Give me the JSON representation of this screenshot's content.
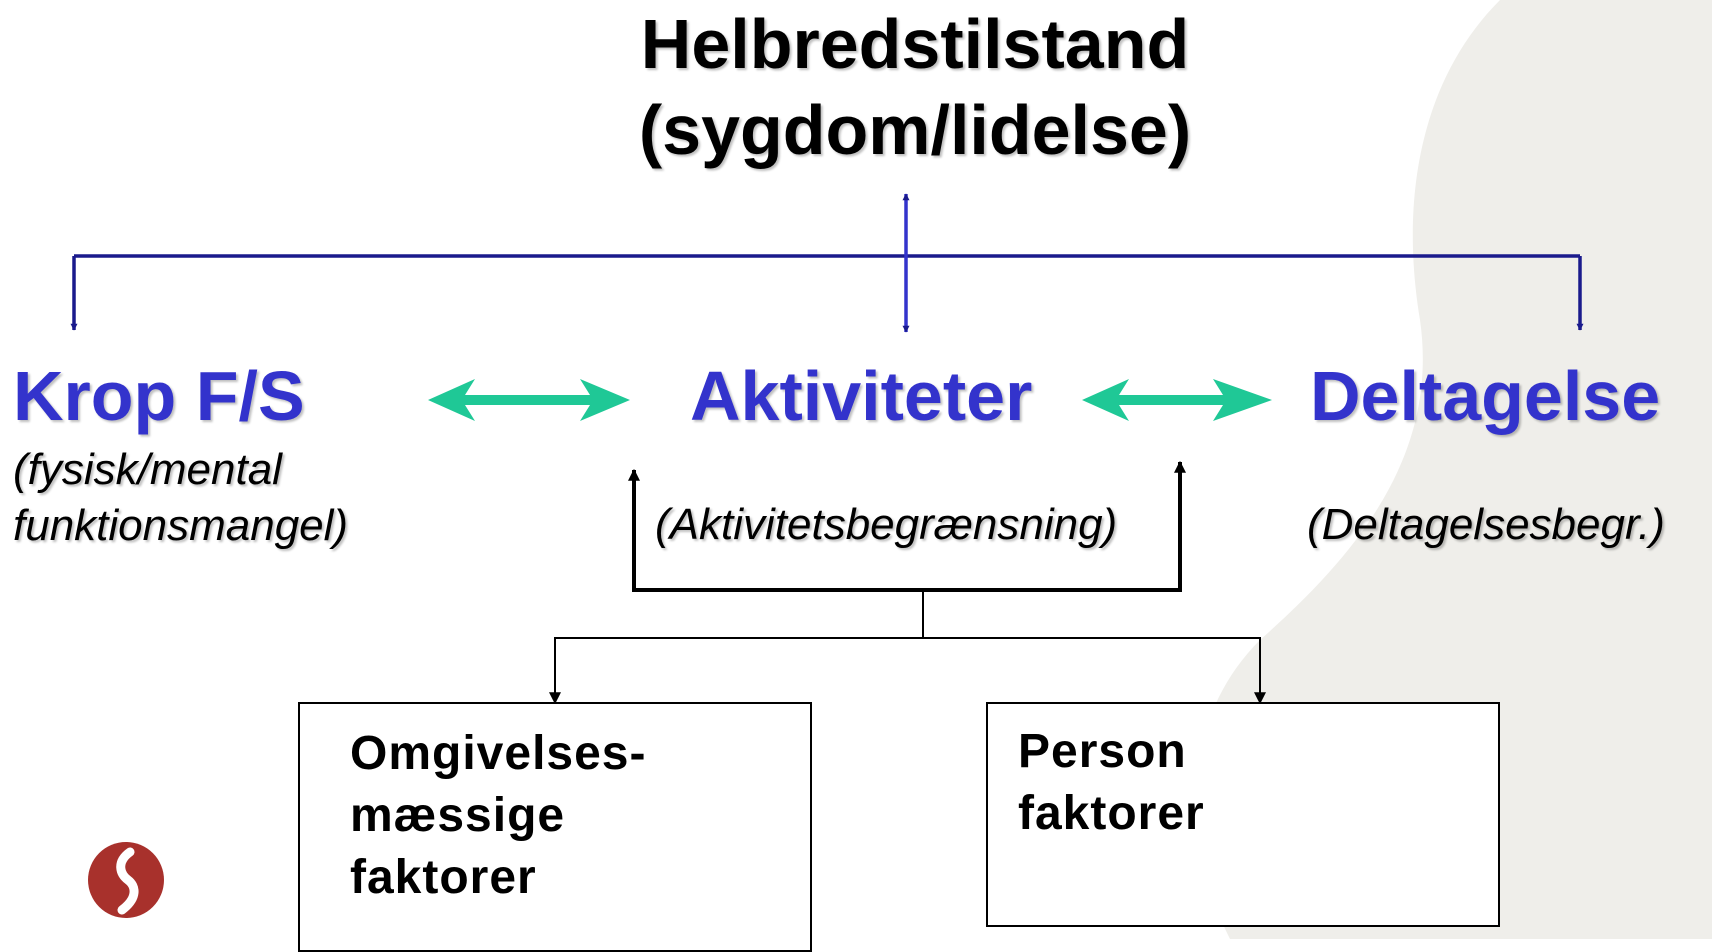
{
  "title": {
    "line1": "Helbredstilstand",
    "line2": "(sygdom/lidelse)"
  },
  "nodes": {
    "krop": {
      "label": "Krop F/S",
      "sub_line1": "(fysisk/mental",
      "sub_line2": "funktionsmangel)"
    },
    "aktiviteter": {
      "label": "Aktiviteter",
      "sub": "(Aktivitetsbegrænsning)"
    },
    "deltagelse": {
      "label": "Deltagelse",
      "sub": "(Deltagelsesbegr.)"
    }
  },
  "boxes": {
    "omgivelser": {
      "line1": "Omgivelses-",
      "line2": "mæssige",
      "line3": "faktorer"
    },
    "person": {
      "line1": "Person",
      "line2": "faktorer"
    }
  },
  "colors": {
    "node_blue": "#3333cc",
    "tree_blue": "#1a1a8c",
    "double_arrow": "#1fc896",
    "background_shape": "#efeeea"
  }
}
